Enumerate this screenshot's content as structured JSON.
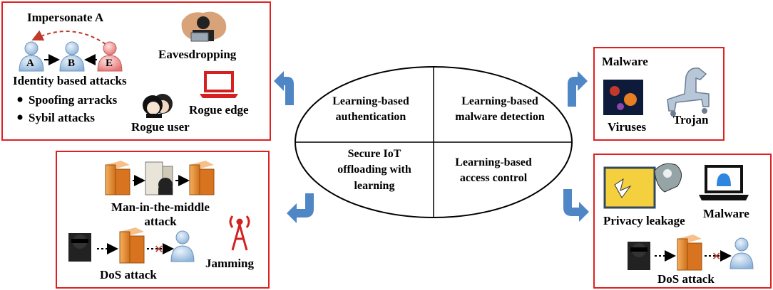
{
  "center": {
    "q1": "Learning-based\nauthentication",
    "q2": "Learning-based\nmalware detection",
    "q3": "Secure IoT\noffloading with\nlearning",
    "q4": "Learning-based\naccess control"
  },
  "top_left": {
    "impersonate": "Impersonate A",
    "node_a": "A",
    "node_b": "B",
    "node_e": "E",
    "identity": "Identity based attacks",
    "bullets": [
      "Spoofing arracks",
      "Sybil attacks"
    ],
    "eavesdropping": "Eavesdropping",
    "rogue_edge": "Rogue edge",
    "rogue_user": "Rogue user"
  },
  "top_right": {
    "malware": "Malware",
    "viruses": "Viruses",
    "trojan": "Trojan"
  },
  "bottom_left": {
    "mitm": "Man-in-the-middle\nattack",
    "dos": "DoS attack",
    "jamming": "Jamming"
  },
  "bottom_right": {
    "privacy": "Privacy leakage",
    "malware": "Malware",
    "dos": "DoS attack"
  },
  "colors": {
    "frame": "#e02020",
    "arrow": "#4f86c6",
    "server": "#e8842a",
    "user": "#a8c8ea"
  }
}
